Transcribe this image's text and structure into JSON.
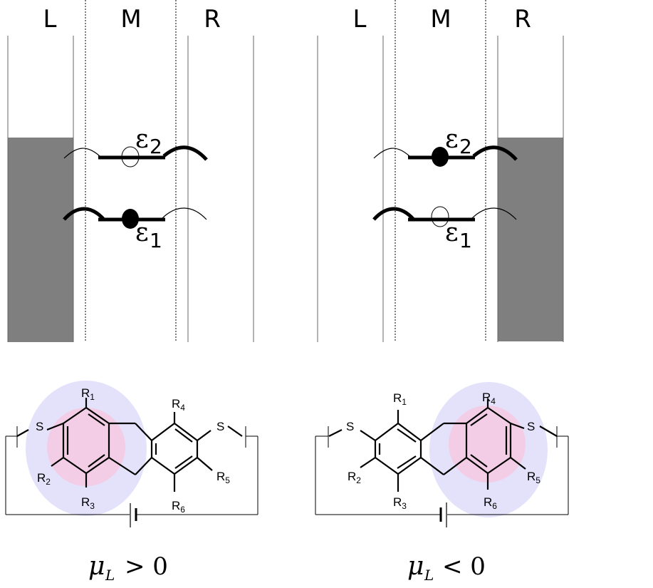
{
  "panels": [
    {
      "region_labels": [
        "L",
        "M",
        "R"
      ],
      "level_upper": {
        "symbol": "ε",
        "sub": "2"
      },
      "level_lower": {
        "symbol": "ε",
        "sub": "1"
      },
      "condition": {
        "mu": "μ",
        "sub": "L",
        "relation": "> 0"
      },
      "molecule": {
        "labels": [
          "R1",
          "R2",
          "R3",
          "R4",
          "R5",
          "R6"
        ],
        "sulfur": "S"
      }
    },
    {
      "region_labels": [
        "L",
        "M",
        "R"
      ],
      "level_upper": {
        "symbol": "ε",
        "sub": "2"
      },
      "level_lower": {
        "symbol": "ε",
        "sub": "1"
      },
      "condition": {
        "mu": "μ",
        "sub": "L",
        "relation": "< 0"
      },
      "molecule": {
        "labels": [
          "R1",
          "R2",
          "R3",
          "R4",
          "R5",
          "R6"
        ],
        "sulfur": "S"
      }
    }
  ],
  "colors": {
    "lead_fill": "#7f7f7f",
    "glow_outer": "#e4e2fb",
    "glow_inner": "#f3cce6"
  }
}
